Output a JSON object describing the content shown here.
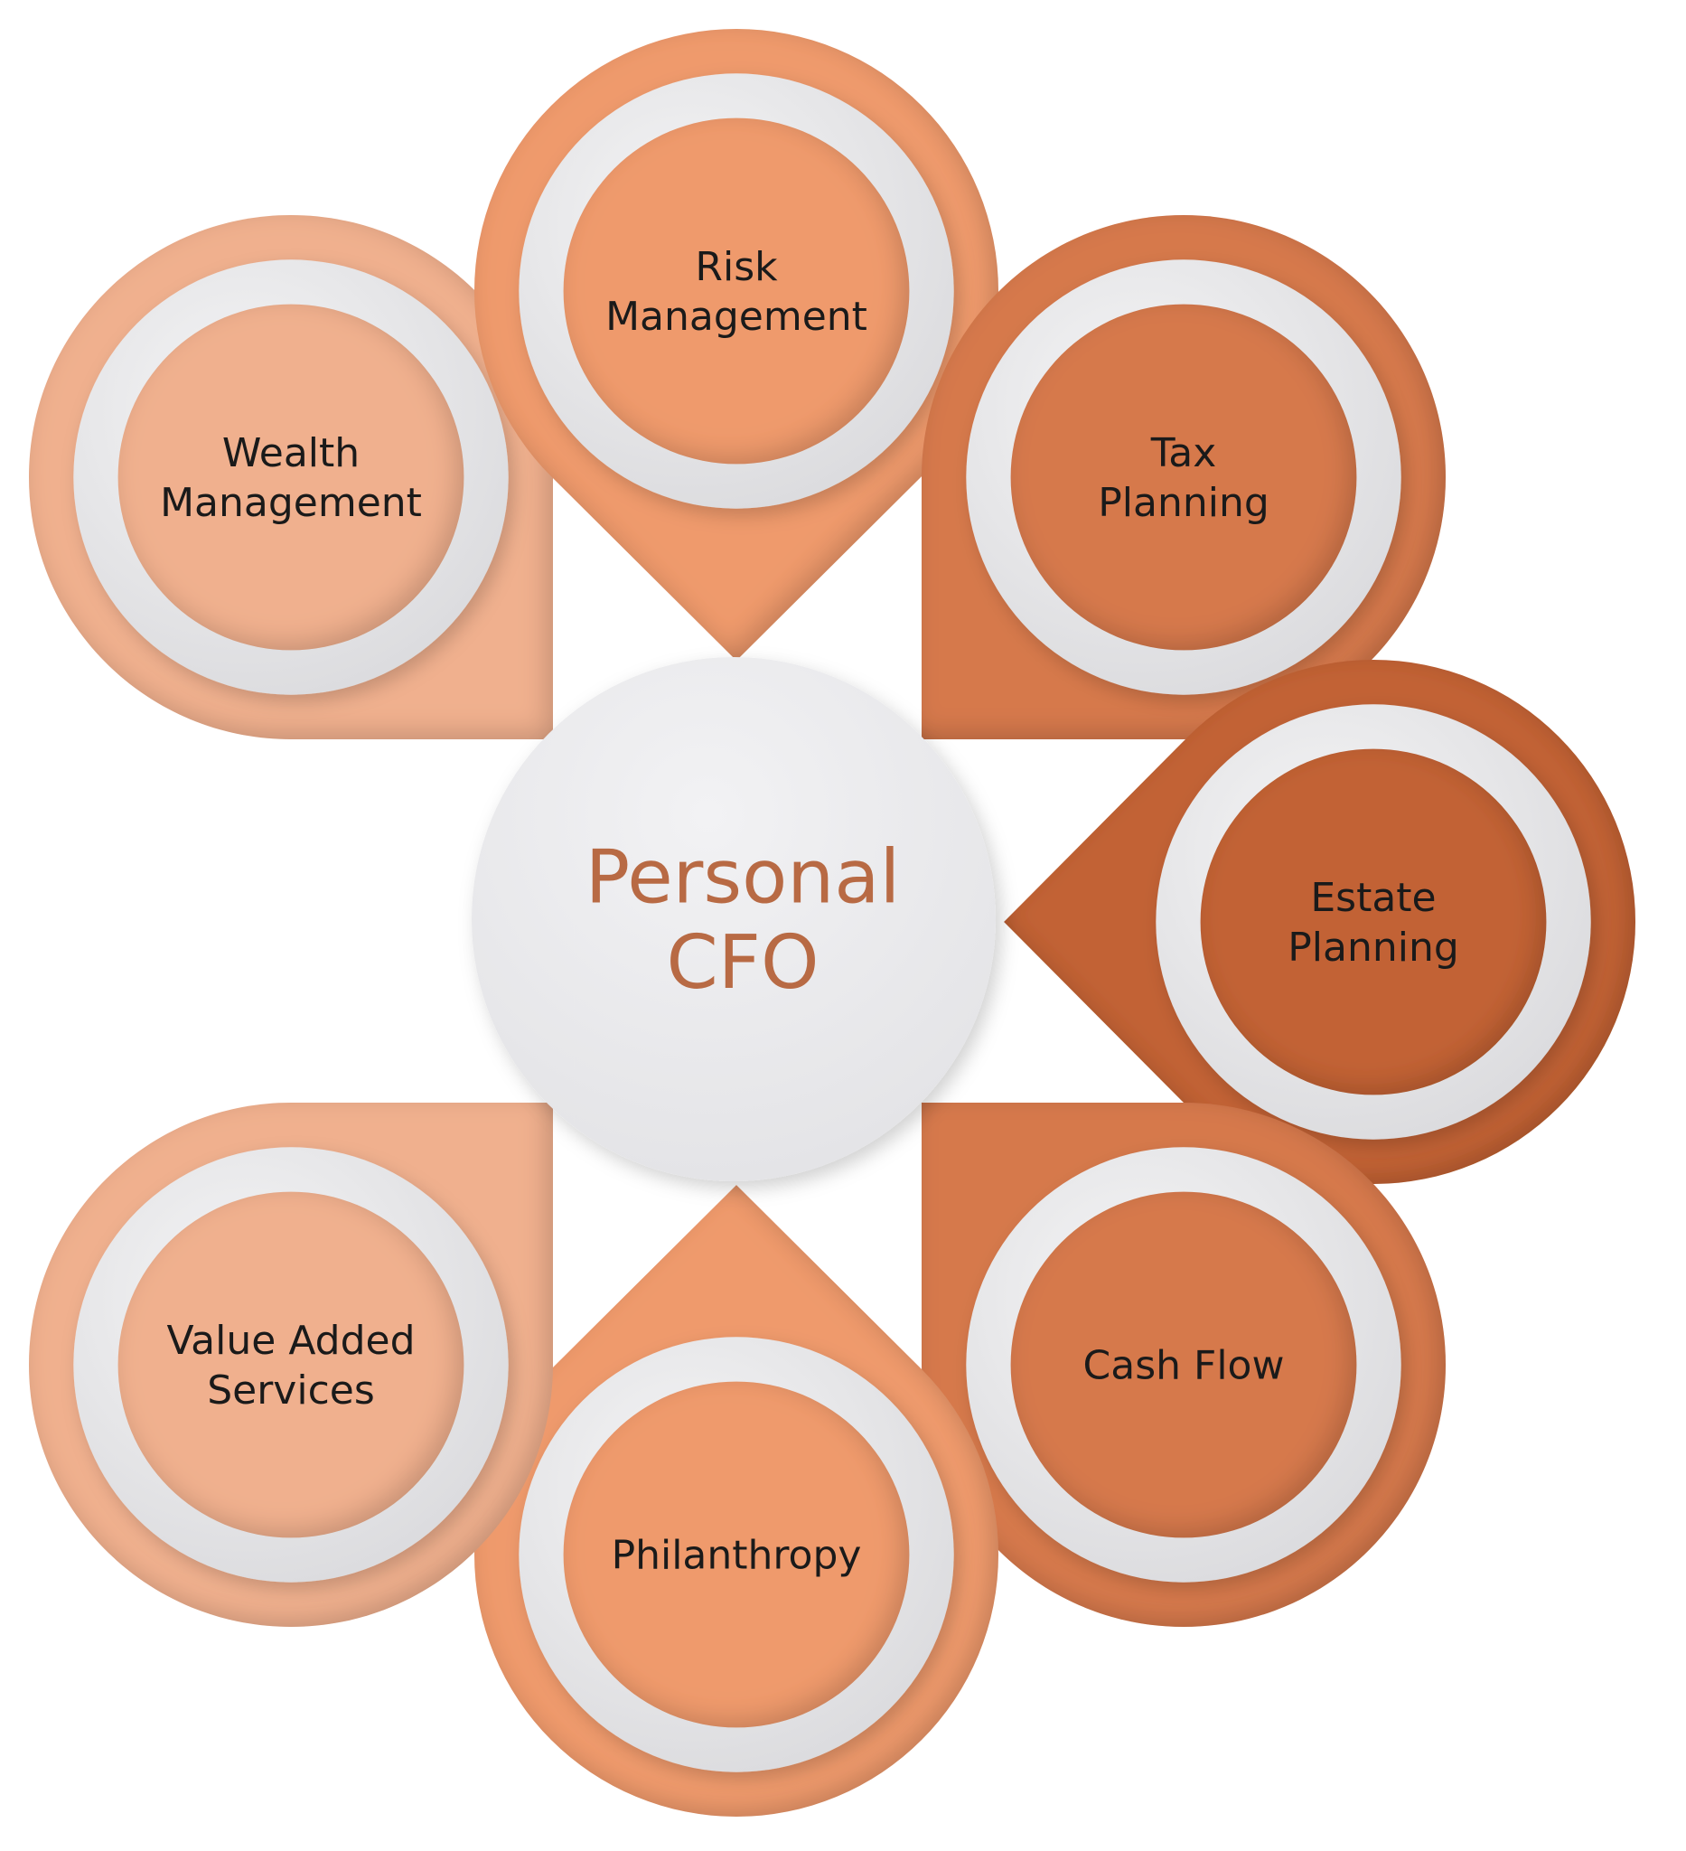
{
  "center": {
    "lines": [
      "Personal",
      "CFO"
    ],
    "text_color": "#b86a44",
    "fill_color": "#ececee"
  },
  "nodes": [
    {
      "id": "wealth-management",
      "lines": [
        "Wealth",
        "Management"
      ],
      "color": "#f0b08e"
    },
    {
      "id": "risk-management",
      "lines": [
        "Risk",
        "Management"
      ],
      "color": "#ef9a6c"
    },
    {
      "id": "tax-planning",
      "lines": [
        "Tax",
        "Planning"
      ],
      "color": "#d6794c"
    },
    {
      "id": "estate-planning",
      "lines": [
        "Estate",
        "Planning"
      ],
      "color": "#c26234"
    },
    {
      "id": "cash-flow",
      "lines": [
        "Cash Flow"
      ],
      "color": "#d6794c"
    },
    {
      "id": "philanthropy",
      "lines": [
        "Philanthropy"
      ],
      "color": "#ef9a6c"
    },
    {
      "id": "value-added-services",
      "lines": [
        "Value Added",
        "Services"
      ],
      "color": "#f0b08e"
    }
  ],
  "ring_color": "#e9e9eb"
}
